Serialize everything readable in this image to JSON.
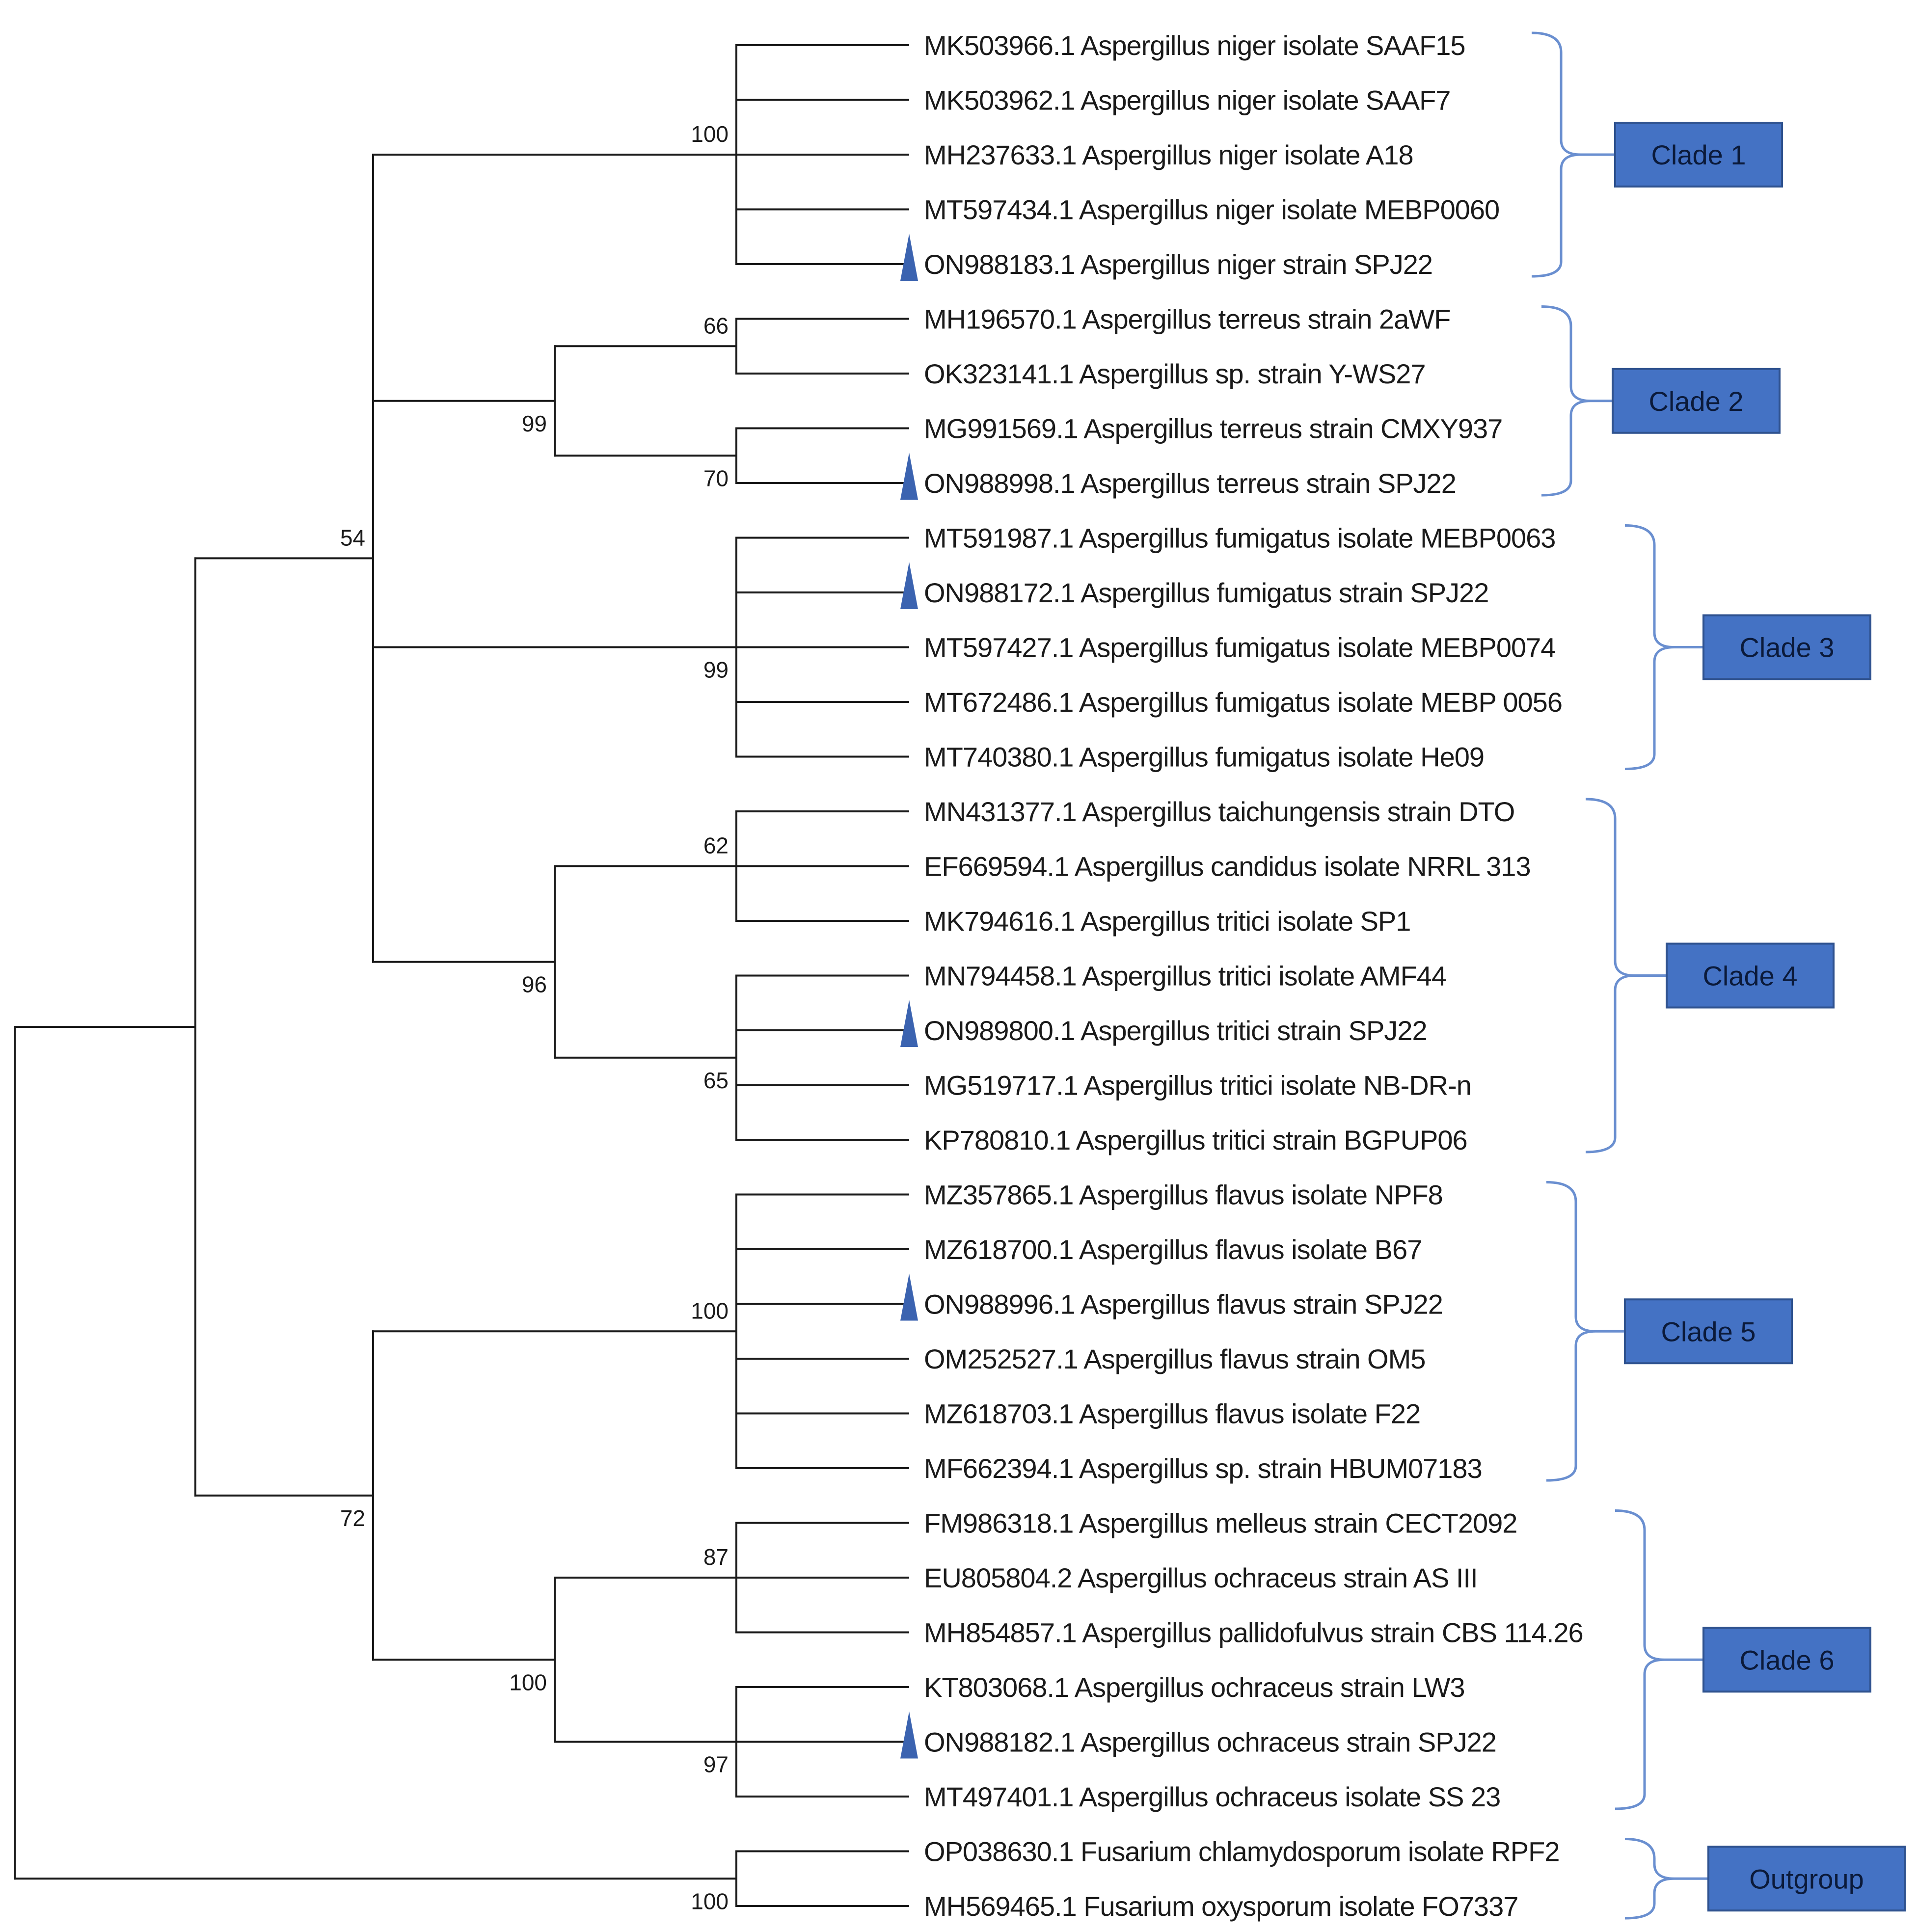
{
  "tree": {
    "taxa": [
      "MK503966.1 Aspergillus niger isolate SAAF15",
      "MK503962.1 Aspergillus niger isolate SAAF7",
      "MH237633.1 Aspergillus niger isolate A18",
      "MT597434.1 Aspergillus niger isolate MEBP0060",
      "ON988183.1 Aspergillus niger strain SPJ22",
      "MH196570.1 Aspergillus terreus strain 2aWF",
      "OK323141.1 Aspergillus sp. strain Y-WS27",
      "MG991569.1 Aspergillus terreus strain CMXY937",
      "ON988998.1 Aspergillus terreus strain SPJ22",
      "MT591987.1 Aspergillus fumigatus isolate MEBP0063",
      "ON988172.1 Aspergillus fumigatus strain SPJ22",
      "MT597427.1 Aspergillus fumigatus isolate MEBP0074",
      "MT672486.1 Aspergillus fumigatus isolate MEBP 0056",
      "MT740380.1 Aspergillus fumigatus isolate He09",
      "MN431377.1 Aspergillus taichungensis strain DTO",
      "EF669594.1 Aspergillus candidus isolate NRRL 313",
      "MK794616.1 Aspergillus tritici isolate SP1",
      "MN794458.1 Aspergillus tritici isolate AMF44",
      "ON989800.1 Aspergillus tritici strain SPJ22",
      "MG519717.1 Aspergillus tritici isolate NB-DR-n",
      "KP780810.1 Aspergillus tritici strain BGPUP06",
      "MZ357865.1 Aspergillus flavus isolate NPF8",
      "MZ618700.1 Aspergillus flavus isolate B67",
      "ON988996.1 Aspergillus flavus strain SPJ22",
      "OM252527.1 Aspergillus flavus strain OM5",
      "MZ618703.1 Aspergillus flavus isolate F22",
      "MF662394.1 Aspergillus sp. strain HBUM07183",
      "FM986318.1 Aspergillus melleus strain CECT2092",
      "EU805804.2 Aspergillus ochraceus strain AS III",
      "MH854857.1 Aspergillus pallidofulvus strain CBS 114.26",
      "KT803068.1 Aspergillus ochraceus strain LW3",
      "ON988182.1 Aspergillus ochraceus strain SPJ22",
      "MT497401.1 Aspergillus ochraceus isolate SS 23",
      "OP038630.1 Fusarium chlamydosporum isolate RPF2",
      "MH569465.1 Fusarium oxysporum isolate FO7337"
    ],
    "highlighted_taxa": [
      4,
      8,
      10,
      18,
      23,
      31
    ],
    "bootstrap": [
      {
        "node": "clade1",
        "value": "100"
      },
      {
        "node": "clade2a",
        "value": "66"
      },
      {
        "node": "clade2",
        "value": "99"
      },
      {
        "node": "clade2b",
        "value": "70"
      },
      {
        "node": "upper-main",
        "value": "54"
      },
      {
        "node": "clade3",
        "value": "99"
      },
      {
        "node": "clade4a",
        "value": "62"
      },
      {
        "node": "clade4",
        "value": "96"
      },
      {
        "node": "clade4b",
        "value": "65"
      },
      {
        "node": "clade5",
        "value": "100"
      },
      {
        "node": "lower-main",
        "value": "72"
      },
      {
        "node": "clade6a",
        "value": "87"
      },
      {
        "node": "clade6",
        "value": "100"
      },
      {
        "node": "clade6b",
        "value": "97"
      },
      {
        "node": "outgroup",
        "value": "100"
      }
    ],
    "clades": [
      {
        "label": "Clade 1",
        "first": 0,
        "last": 4
      },
      {
        "label": "Clade 2",
        "first": 5,
        "last": 8
      },
      {
        "label": "Clade 3",
        "first": 9,
        "last": 13
      },
      {
        "label": "Clade 4",
        "first": 14,
        "last": 20
      },
      {
        "label": "Clade 5",
        "first": 21,
        "last": 26
      },
      {
        "label": "Clade 6",
        "first": 27,
        "last": 32
      },
      {
        "label": "Outgroup",
        "first": 33,
        "last": 34
      }
    ],
    "colors": {
      "branch": "#1a1a1a",
      "clade_box": "#4472c4",
      "bracket": "#6a8fd0",
      "marker": "#3b63b0"
    }
  }
}
